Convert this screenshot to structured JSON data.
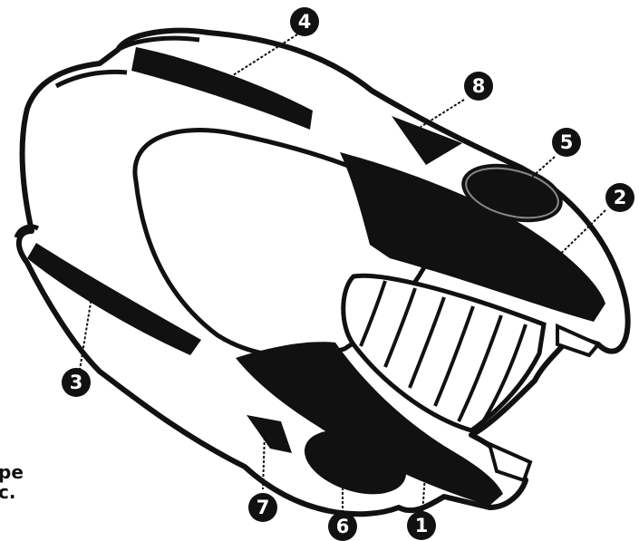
{
  "diagram": {
    "colors": {
      "ink": "#111111",
      "paper": "#ffffff"
    },
    "callouts": [
      {
        "id": "1",
        "label": "1"
      },
      {
        "id": "2",
        "label": "2"
      },
      {
        "id": "3",
        "label": "3"
      },
      {
        "id": "4",
        "label": "4"
      },
      {
        "id": "5",
        "label": "5"
      },
      {
        "id": "6",
        "label": "6"
      },
      {
        "id": "7",
        "label": "7"
      },
      {
        "id": "8",
        "label": "8"
      }
    ],
    "edge_text": {
      "line1": "pe",
      "line2": "c."
    }
  }
}
